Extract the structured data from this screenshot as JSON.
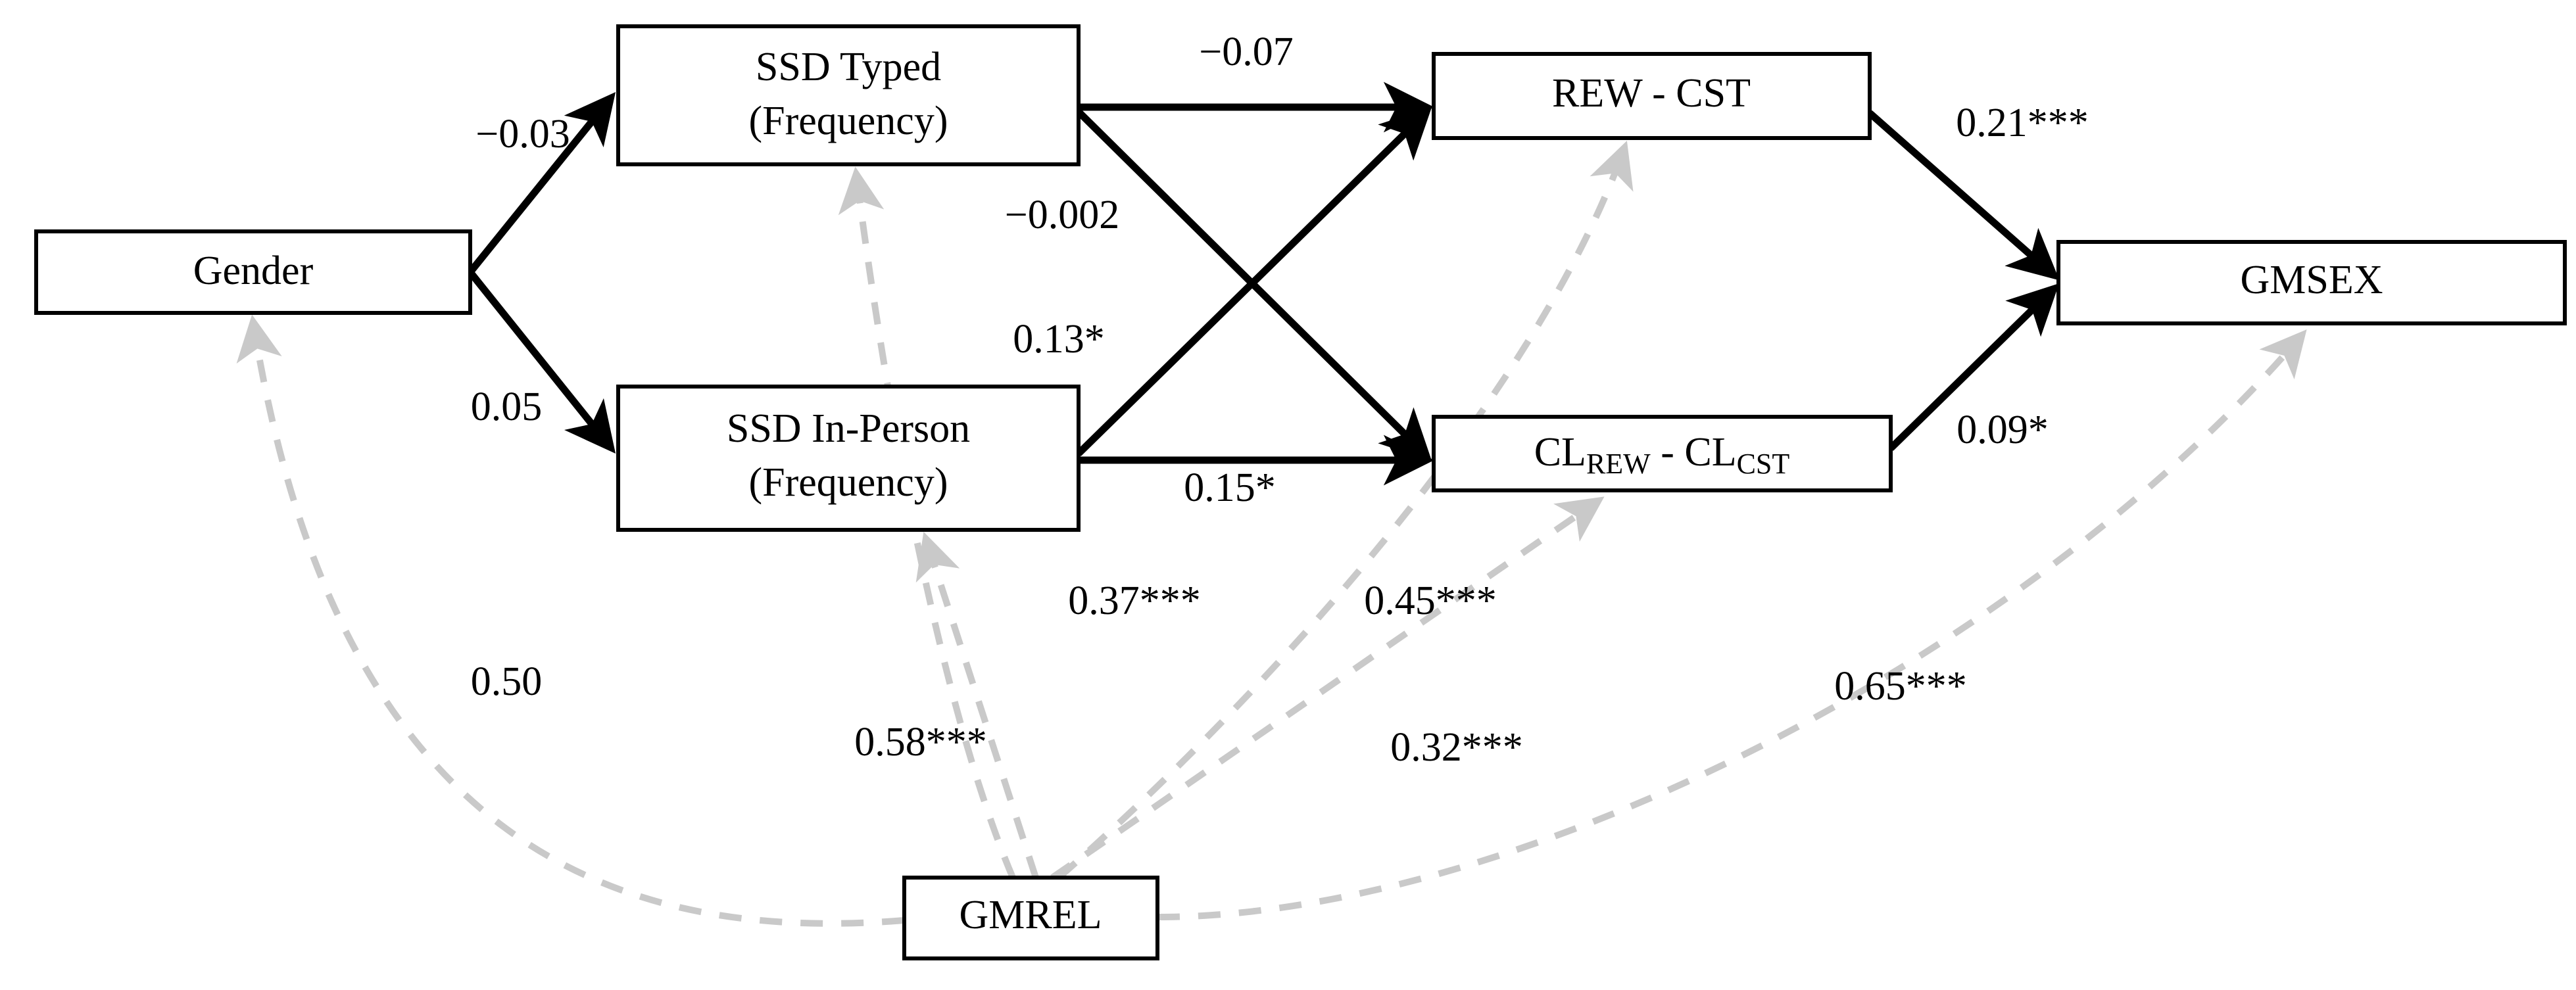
{
  "figure": {
    "type": "path-diagram",
    "background_color": "#ffffff",
    "solid_edge_color": "#000000",
    "dashed_edge_color": "#c9c9c9",
    "node_border_color": "#000000"
  },
  "nodes": [
    {
      "id": "gender",
      "label": "Gender",
      "line2": ""
    },
    {
      "id": "ssd_typed",
      "label": "SSD Typed",
      "line2": "(Frequency)"
    },
    {
      "id": "ssd_inperson",
      "label": "SSD In-Person",
      "line2": "(Frequency)"
    },
    {
      "id": "rew_cst",
      "label": "REW - CST",
      "line2": ""
    },
    {
      "id": "cl_diff",
      "label_pre": "CL",
      "label_sub1": "REW",
      "label_mid": " - CL",
      "label_sub2": "CST"
    },
    {
      "id": "gmsex",
      "label": "GMSEX",
      "line2": ""
    },
    {
      "id": "gmrel",
      "label": "GMREL",
      "line2": ""
    }
  ],
  "edges": {
    "gender_to_ssd_typed": {
      "label": "−0.03",
      "style": "solid"
    },
    "gender_to_ssd_inperson": {
      "label": "0.05",
      "style": "solid"
    },
    "ssdtyped_to_rewcst": {
      "label": "−0.07",
      "style": "solid"
    },
    "ssdtyped_to_cldiff": {
      "label": "−0.002",
      "style": "solid"
    },
    "ssdinperson_to_rewcst": {
      "label": "0.13*",
      "style": "solid"
    },
    "ssdinperson_to_cldiff": {
      "label": "0.15*",
      "style": "solid"
    },
    "rewcst_to_gmsex": {
      "label": "0.21***",
      "style": "solid"
    },
    "cldiff_to_gmsex": {
      "label": "0.09*",
      "style": "solid"
    },
    "gmrel_to_gender": {
      "label": "0.50",
      "style": "dashed"
    },
    "gmrel_to_ssdtyped": {
      "label": "0.58***",
      "style": "dashed"
    },
    "gmrel_to_ssdinperson": {
      "label": "0.37***",
      "style": "dashed"
    },
    "gmrel_to_rewcst": {
      "label": "0.45***",
      "style": "dashed"
    },
    "gmrel_to_cldiff": {
      "label": "0.32***",
      "style": "dashed"
    },
    "gmrel_to_gmsex": {
      "label": "0.65***",
      "style": "dashed"
    }
  },
  "chart_data": {
    "type": "diagram",
    "title": "",
    "paths": [
      {
        "from": "Gender",
        "to": "SSD Typed (Frequency)",
        "coefficient": "−0.03",
        "significance": "",
        "line": "solid"
      },
      {
        "from": "Gender",
        "to": "SSD In-Person (Frequency)",
        "coefficient": "0.05",
        "significance": "",
        "line": "solid"
      },
      {
        "from": "SSD Typed (Frequency)",
        "to": "REW - CST",
        "coefficient": "−0.07",
        "significance": "",
        "line": "solid"
      },
      {
        "from": "SSD Typed (Frequency)",
        "to": "CL_REW - CL_CST",
        "coefficient": "−0.002",
        "significance": "",
        "line": "solid"
      },
      {
        "from": "SSD In-Person (Frequency)",
        "to": "REW - CST",
        "coefficient": "0.13",
        "significance": "*",
        "line": "solid"
      },
      {
        "from": "SSD In-Person (Frequency)",
        "to": "CL_REW - CL_CST",
        "coefficient": "0.15",
        "significance": "*",
        "line": "solid"
      },
      {
        "from": "REW - CST",
        "to": "GMSEX",
        "coefficient": "0.21",
        "significance": "***",
        "line": "solid"
      },
      {
        "from": "CL_REW - CL_CST",
        "to": "GMSEX",
        "coefficient": "0.09",
        "significance": "*",
        "line": "solid"
      },
      {
        "from": "GMREL",
        "to": "Gender",
        "coefficient": "0.50",
        "significance": "",
        "line": "dashed"
      },
      {
        "from": "GMREL",
        "to": "SSD Typed (Frequency)",
        "coefficient": "0.58",
        "significance": "***",
        "line": "dashed"
      },
      {
        "from": "GMREL",
        "to": "SSD In-Person (Frequency)",
        "coefficient": "0.37",
        "significance": "***",
        "line": "dashed"
      },
      {
        "from": "GMREL",
        "to": "REW - CST",
        "coefficient": "0.45",
        "significance": "***",
        "line": "dashed"
      },
      {
        "from": "GMREL",
        "to": "CL_REW - CL_CST",
        "coefficient": "0.32",
        "significance": "***",
        "line": "dashed"
      },
      {
        "from": "GMREL",
        "to": "GMSEX",
        "coefficient": "0.65",
        "significance": "***",
        "line": "dashed"
      }
    ]
  }
}
